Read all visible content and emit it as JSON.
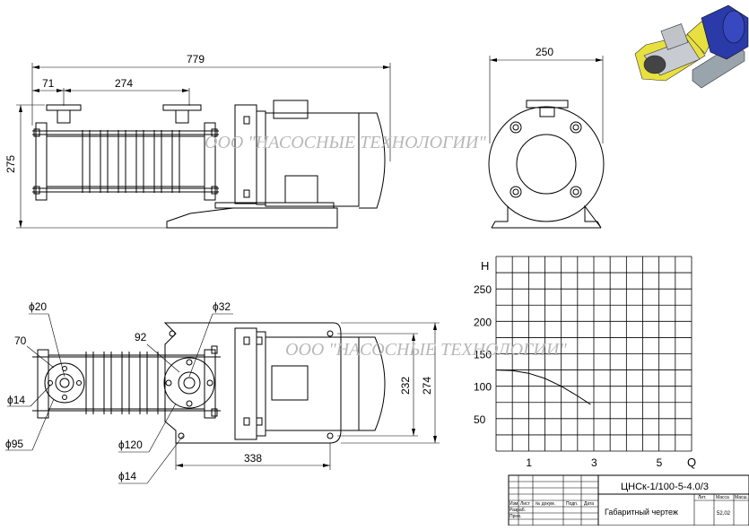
{
  "watermark": "ООО \"НАСОСНЫЕ ТЕХНОЛОГИИ\"",
  "dimensions": {
    "front_length": "779",
    "front_left": "71",
    "front_mid": "274",
    "front_height": "275",
    "end_width": "250",
    "top_d20": "ϕ20",
    "top_d32": "ϕ32",
    "top_70": "70",
    "top_92": "92",
    "top_d14_left": "ϕ14",
    "top_d95": "ϕ95",
    "top_d120": "ϕ120",
    "top_d14_bottom": "ϕ14",
    "top_338": "338",
    "top_232": "232",
    "top_274": "274"
  },
  "chart_data": {
    "type": "line",
    "ylabel": "H",
    "xlabel": "Q",
    "y_ticks": [
      "250",
      "200",
      "150",
      "100",
      "50"
    ],
    "x_ticks": [
      "1",
      "3",
      "5"
    ],
    "xlim": [
      0,
      6
    ],
    "ylim": [
      0,
      300
    ],
    "series": [
      {
        "x": [
          0,
          0.5,
          1.0,
          1.5,
          2.0,
          2.5,
          2.9
        ],
        "y": [
          125,
          124,
          120,
          112,
          100,
          85,
          72
        ]
      }
    ]
  },
  "title_block": {
    "designation": "ЦНСк-1/100-5-4.0/3",
    "name": "Габаритный чертеж",
    "mass_header": "Масса",
    "mass_value": "52,02",
    "lit_header": "Лит.",
    "scale_header": "Масш.",
    "row_headers": [
      "Изм.",
      "Лист",
      "№ докум.",
      "Подп.",
      "Дата"
    ],
    "role_razrab": "Разраб.",
    "role_prov": "Пров."
  }
}
